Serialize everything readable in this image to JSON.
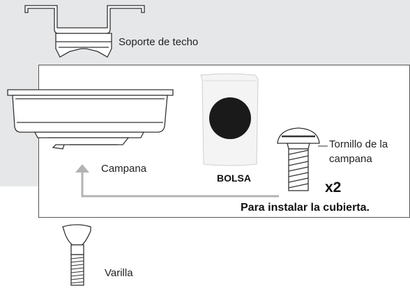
{
  "labels": {
    "ceiling_bracket": "Soporte de techo",
    "canopy": "Campana",
    "bag": "BOLSA",
    "canopy_screw_line1": "Tornillo de la",
    "canopy_screw_line2": "campana",
    "quantity": "x2",
    "install_note": "Para instalar la cubierta.",
    "rod": "Varilla"
  },
  "colors": {
    "background_panel": "#e6e7e8",
    "line": "#333333",
    "arrow": "#b3b3b3",
    "bag_dot": "#1a1a1a"
  }
}
